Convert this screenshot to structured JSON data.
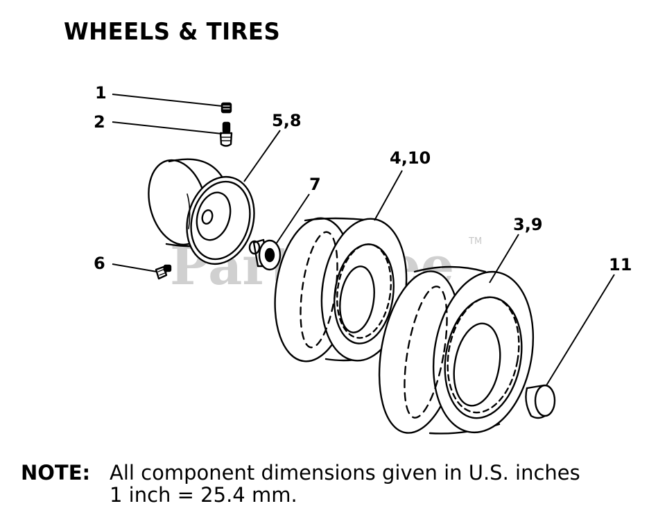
{
  "title": "WHEELS & TIRES",
  "watermark": "PartsTree",
  "watermark_tm": "TM",
  "callouts": {
    "c1": "1",
    "c2": "2",
    "c58": "5,8",
    "c7": "7",
    "c410": "4,10",
    "c39": "3,9",
    "c6": "6",
    "c11": "11"
  },
  "note": {
    "label": "NOTE:",
    "line1": "All component dimensions given in U.S. inches",
    "line2": "1 inch = 25.4 mm."
  }
}
